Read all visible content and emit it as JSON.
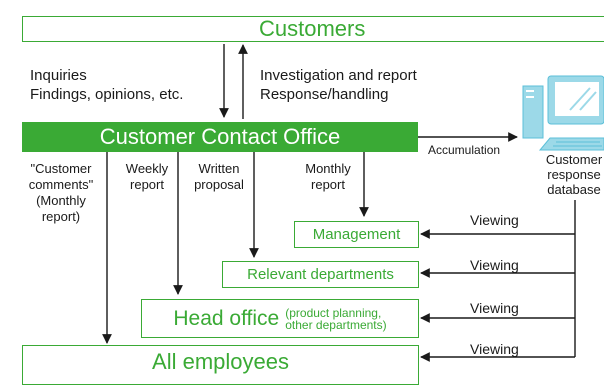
{
  "colors": {
    "accent": "#3aaa35",
    "line": "#1a1a1a",
    "monitor": "#9cd9e8",
    "monitor_screen": "#ffffff",
    "monitor_dark": "#5bbfd8"
  },
  "customers": {
    "title": "Customers"
  },
  "customer_to_office": {
    "line1": "Inquiries",
    "line2": "Findings, opinions, etc."
  },
  "office_to_customer": {
    "line1": "Investigation and report",
    "line2": "Response/handling"
  },
  "office": {
    "title": "Customer Contact Office"
  },
  "accumulation": "Accumulation",
  "database": {
    "line1": "Customer",
    "line2": "response",
    "line3": "database",
    "icon": "computer-icon"
  },
  "channels": {
    "comments": {
      "line1": "\"Customer",
      "line2": "comments\"",
      "line3": "(Monthly",
      "line4": "report)"
    },
    "weekly": {
      "line1": "Weekly",
      "line2": "report"
    },
    "written": {
      "line1": "Written",
      "line2": "proposal"
    },
    "monthly": {
      "line1": "Monthly",
      "line2": "report"
    }
  },
  "targets": {
    "management": "Management",
    "relevant": "Relevant departments",
    "head_office": {
      "main": "Head office",
      "sub1": "(product planning,",
      "sub2": "other departments)"
    },
    "all": "All employees"
  },
  "viewing": {
    "label": "Viewing"
  }
}
